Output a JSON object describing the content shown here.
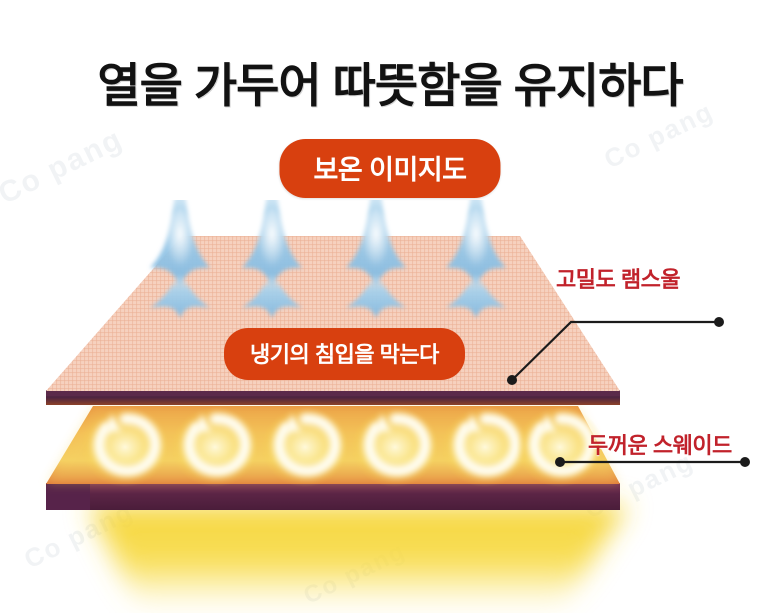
{
  "page": {
    "title": "열을 가두어 따뜻함을 유지하다",
    "badge": "보온 이미지도",
    "background_color": "#ffffff"
  },
  "colors": {
    "badge_bg": "#d8400f",
    "badge_text": "#ffffff",
    "title_text": "#121212",
    "label_red": "#c1222b",
    "top_layer_face": "#f7d5c5",
    "top_layer_edge": "#5b2a4a",
    "bottom_layer_face": "#f0a64a",
    "bottom_layer_edge": "#63284f",
    "heat_glow": "#f5d330",
    "cold_arrow": "#9ecbe8"
  },
  "diagram": {
    "overlay_pill": "냉기의 침입을 막는다",
    "labels": [
      {
        "id": "top",
        "text": "고밀도 램스울"
      },
      {
        "id": "bottom",
        "text": "두꺼운 스웨이드"
      }
    ],
    "cold_arrow_count": 4,
    "heat_ring_count": 6
  },
  "watermarks": [
    {
      "text": "Co pang"
    },
    {
      "text": "Co pang"
    },
    {
      "text": "Co pang"
    },
    {
      "text": "Co pang"
    },
    {
      "text": "Co pang"
    }
  ]
}
